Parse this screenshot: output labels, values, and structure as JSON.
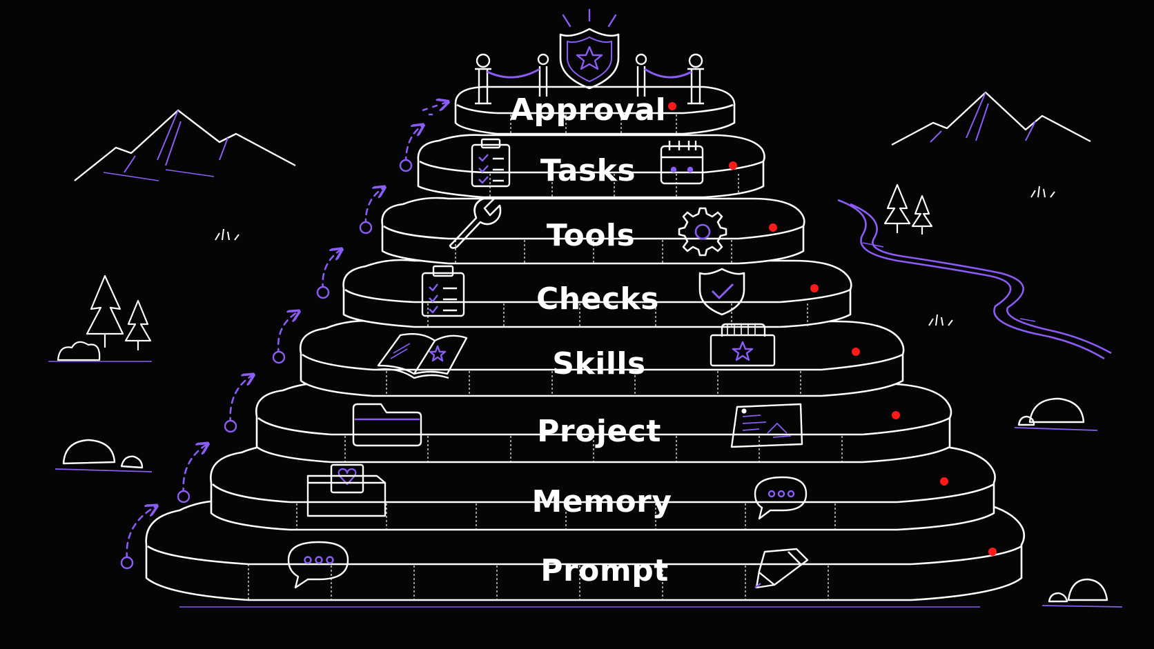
{
  "diagram": {
    "tiers": [
      {
        "id": "approval",
        "label": "Approval",
        "icons": [
          "shield-star-icon"
        ]
      },
      {
        "id": "tasks",
        "label": "Tasks",
        "icons": [
          "clipboard-checklist-icon",
          "calendar-icon"
        ]
      },
      {
        "id": "tools",
        "label": "Tools",
        "icons": [
          "wrench-icon",
          "gear-icon"
        ]
      },
      {
        "id": "checks",
        "label": "Checks",
        "icons": [
          "checklist-clipboard-icon",
          "shield-check-icon"
        ]
      },
      {
        "id": "skills",
        "label": "Skills",
        "icons": [
          "open-book-star-icon",
          "card-box-star-icon"
        ]
      },
      {
        "id": "project",
        "label": "Project",
        "icons": [
          "folder-icon",
          "blueprint-board-icon"
        ]
      },
      {
        "id": "memory",
        "label": "Memory",
        "icons": [
          "memory-box-heart-icon",
          "chat-bubble-icon"
        ]
      },
      {
        "id": "prompt",
        "label": "Prompt",
        "icons": [
          "chat-bubble-icon",
          "pencil-icon"
        ]
      }
    ]
  },
  "colors": {
    "background": "#050505",
    "line": "#ffffff",
    "accent": "#8b5cf6",
    "marker": "#ff1a1a"
  }
}
